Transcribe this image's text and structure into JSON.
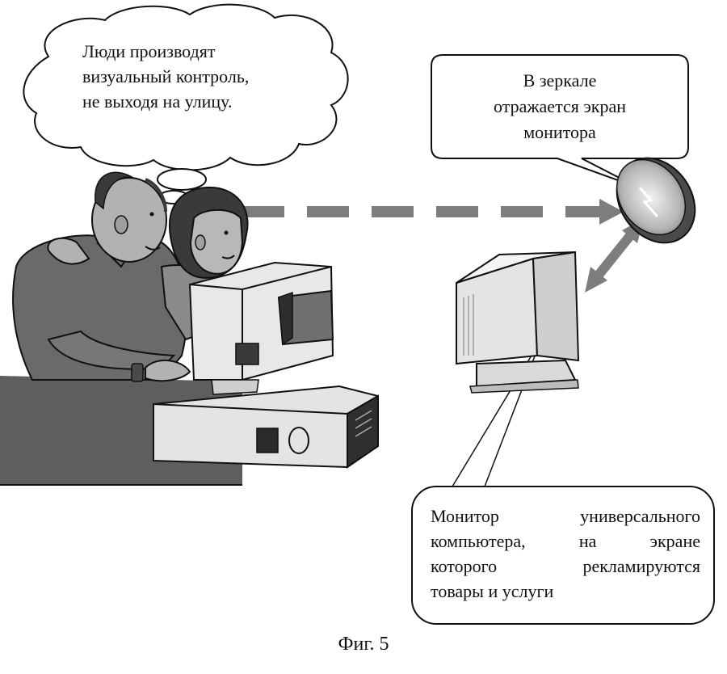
{
  "thought_bubble": {
    "lines": [
      "Люди производят",
      "визуальный контроль,",
      "не выходя на улицу."
    ]
  },
  "mirror_callout": {
    "lines": [
      "В зеркале",
      "отражается экран",
      "монитора"
    ]
  },
  "monitor_callout": {
    "lines": [
      "Монитор универсального",
      "компьютера, на экране",
      "которого рекламируются",
      "товары и услуги"
    ]
  },
  "caption": "Фиг. 5",
  "colors": {
    "arrow": "#7d7d7d",
    "outline": "#111111",
    "skin_shade": "#a9a9a9",
    "shirt": "#6a6a6a",
    "hair": "#3a3a3a"
  },
  "icons": [
    "thought-cloud-icon",
    "mirror-icon",
    "monitor-icon",
    "computer-icon",
    "people-icon",
    "dashed-arrow-icon",
    "reflection-arrow-icon"
  ]
}
